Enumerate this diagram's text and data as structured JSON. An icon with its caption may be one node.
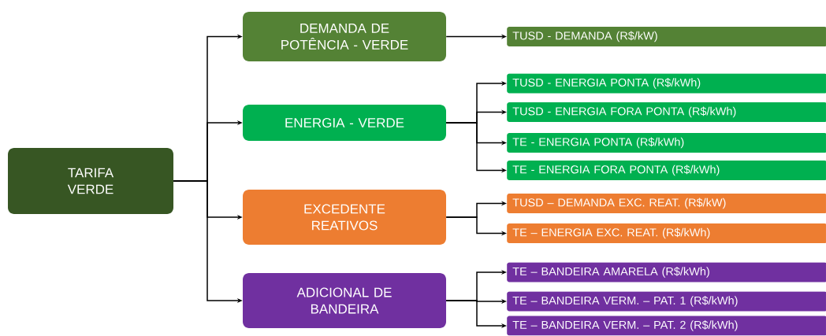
{
  "diagram": {
    "nodes": [
      {
        "text": [
          "TARIFA VERDE"
        ]
      },
      {
        "text": [
          "DEMANDA DE POTÊNCIA - VERDE"
        ]
      },
      {
        "text": [
          "ENERGIA - VERDE"
        ]
      },
      {
        "text": [
          "EXCEDENTE REATIVOS"
        ]
      },
      {
        "text": [
          "ADICIONAL DE BANDEIRA"
        ]
      },
      {
        "text": [
          "TUSD - DEMANDA (R$/kW)"
        ]
      },
      {
        "text": [
          "TUSD - ENERGIA PONTA (R$/kWh)"
        ]
      },
      {
        "text": [
          "TUSD - ENERGIA FORA PONTA (R$/kWh)"
        ]
      },
      {
        "text": [
          "TE - ENERGIA PONTA (R$/kWh)"
        ]
      },
      {
        "text": [
          "TE - ENERGIA FORA PONTA (R$/kWh)"
        ]
      },
      {
        "text": [
          "TUSD – DEMANDA EXC. REAT. (R$/kW)"
        ]
      },
      {
        "text": [
          "TE – ENERGIA EXC. REAT. (R$/kWh)"
        ]
      },
      {
        "text": [
          "TE – BANDEIRA AMARELA (R$/kWh)"
        ]
      },
      {
        "text": [
          "TE – BANDEIRA VERM. – PAT. 1 (R$/kWh)"
        ]
      },
      {
        "text": [
          "TE – BANDEIRA VERM. – PAT. 2 (R$/kWh)"
        ]
      }
    ],
    "edges": [
      {
        "from": 0,
        "to": 1,
        "arrow": "to"
      },
      {
        "from": 0,
        "to": 2,
        "arrow": "to"
      },
      {
        "from": 0,
        "to": 3,
        "arrow": "to"
      },
      {
        "from": 0,
        "to": 4,
        "arrow": "to"
      },
      {
        "from": 1,
        "to": 5,
        "arrow": "to"
      },
      {
        "from": 2,
        "to": 6,
        "arrow": "to"
      },
      {
        "from": 2,
        "to": 7,
        "arrow": "to"
      },
      {
        "from": 2,
        "to": 8,
        "arrow": "to"
      },
      {
        "from": 2,
        "to": 9,
        "arrow": "to"
      },
      {
        "from": 3,
        "to": 10,
        "arrow": "to"
      },
      {
        "from": 3,
        "to": 11,
        "arrow": "to"
      },
      {
        "from": 4,
        "to": 12,
        "arrow": "to"
      },
      {
        "from": 4,
        "to": 13,
        "arrow": "to"
      },
      {
        "from": 4,
        "to": 14,
        "arrow": "to"
      }
    ]
  }
}
